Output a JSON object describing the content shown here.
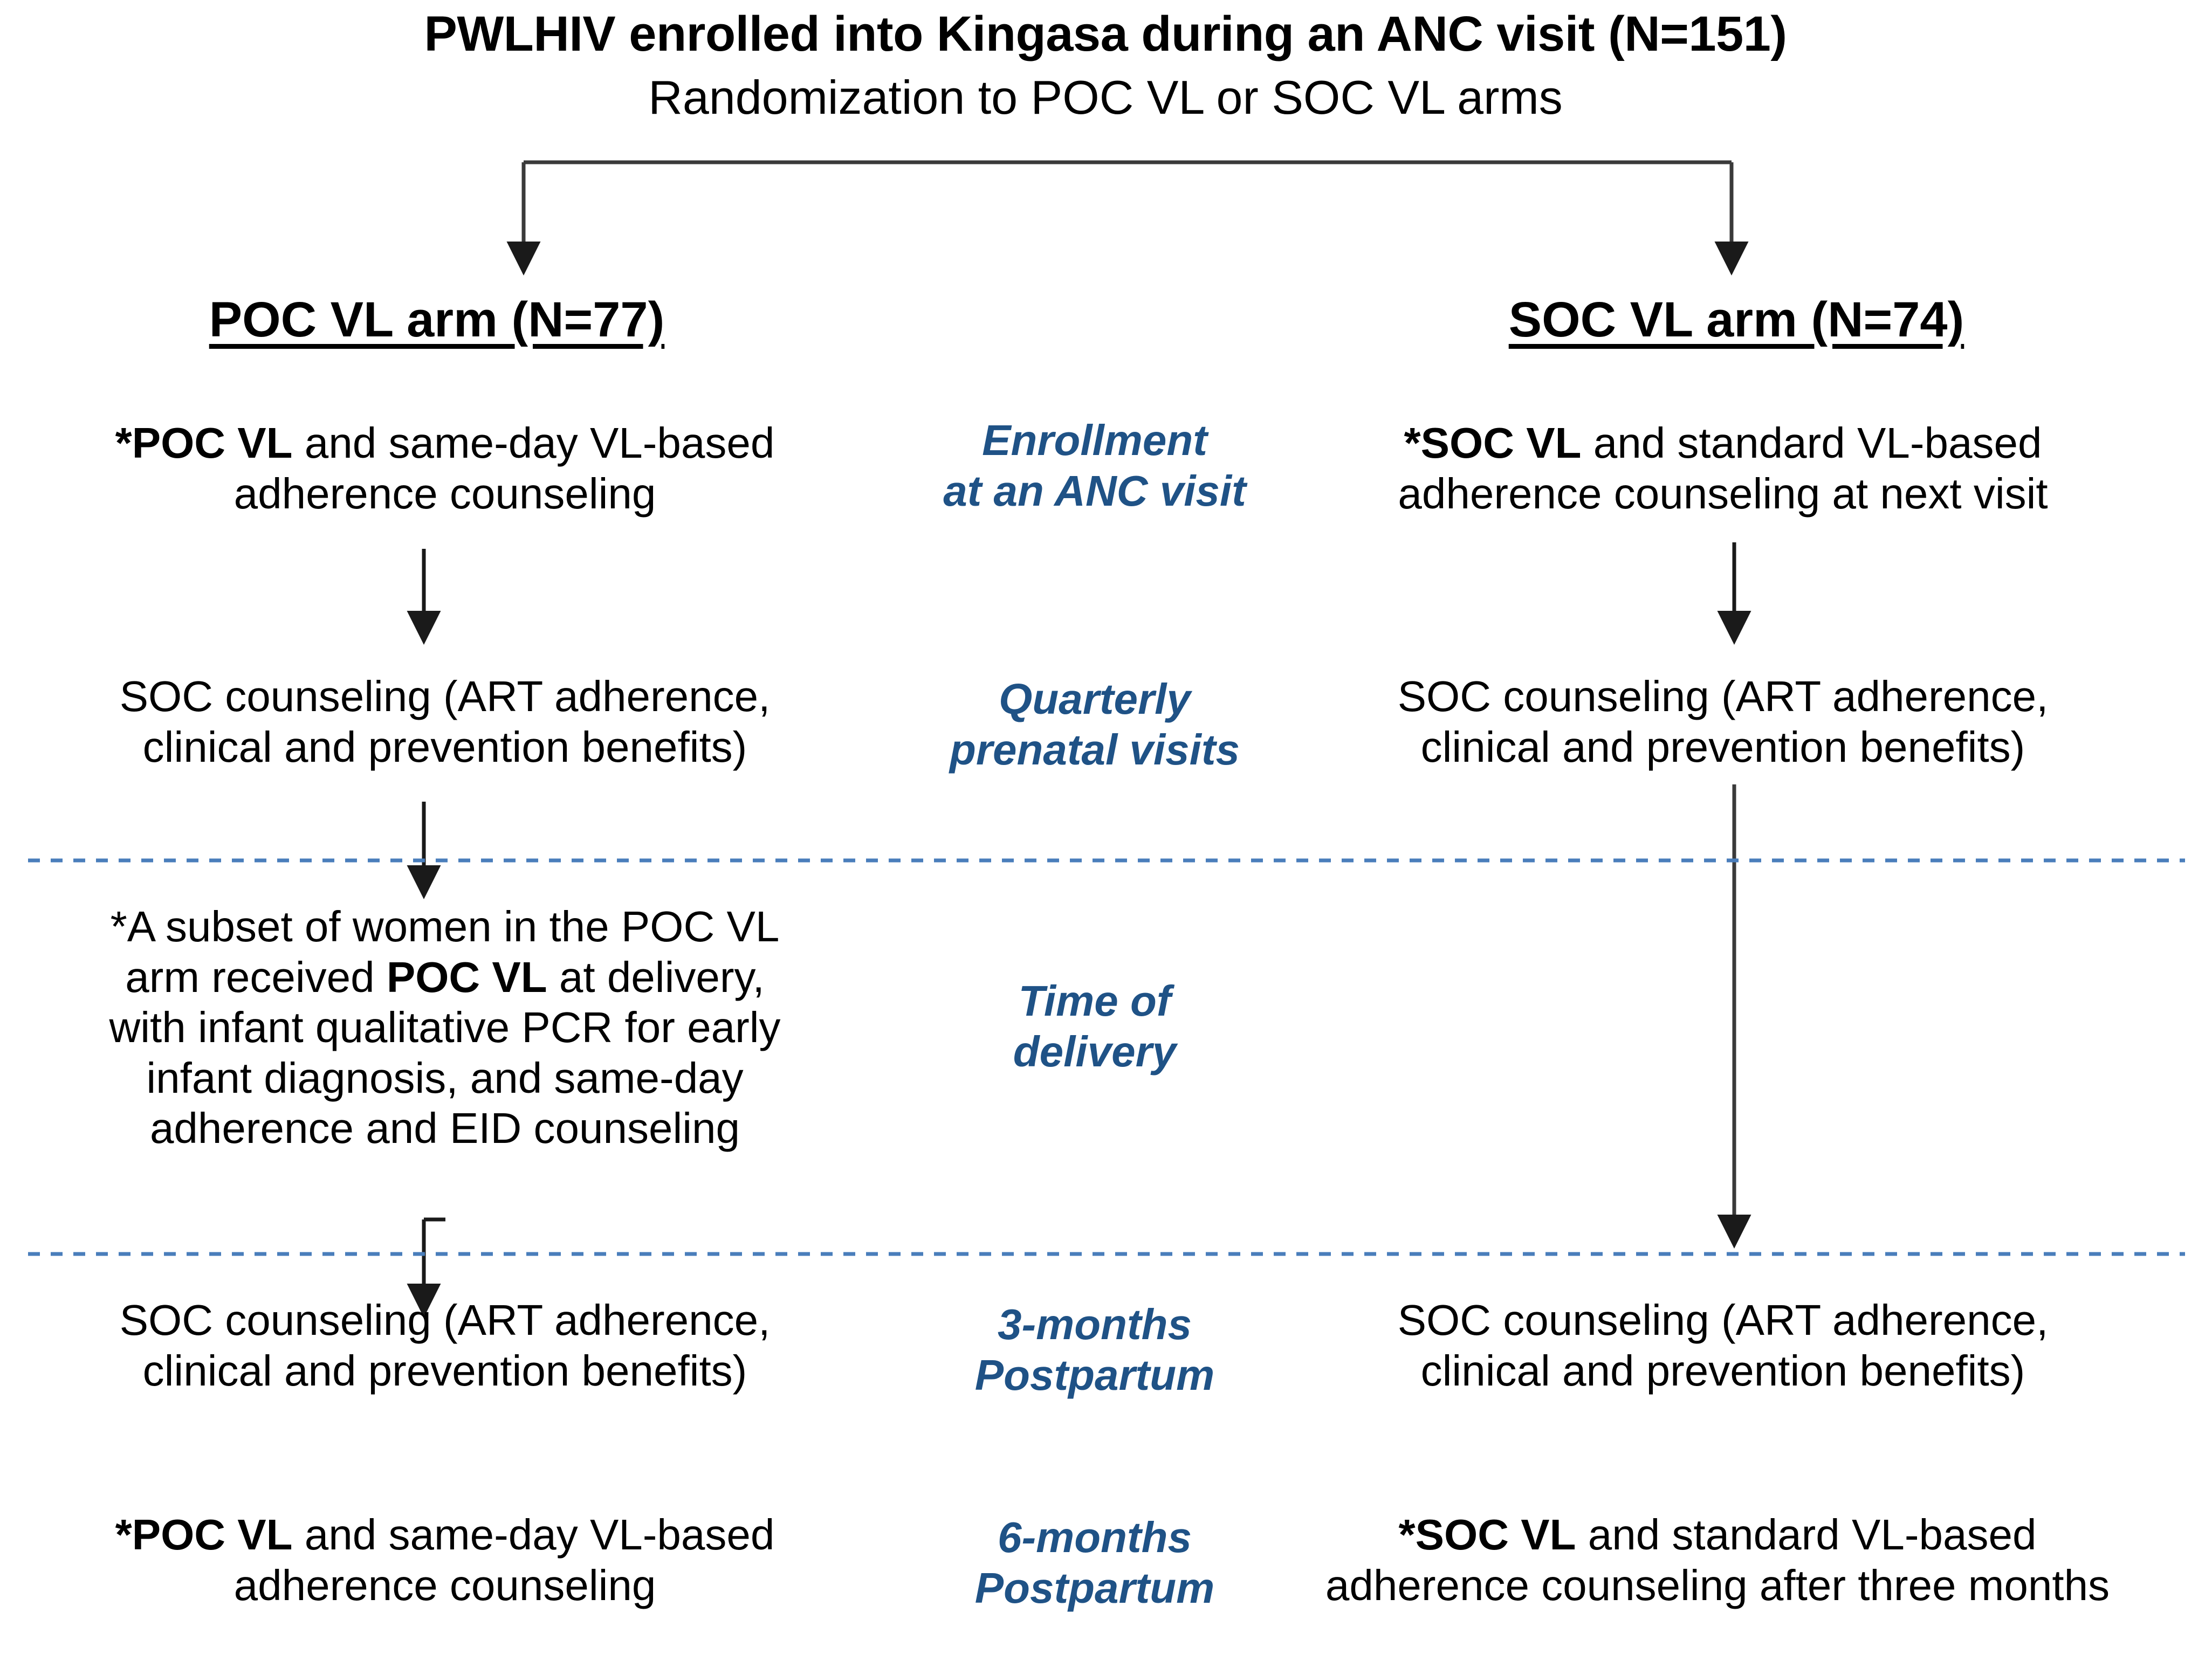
{
  "header": {
    "title": "PWLHIV enrolled into Kingasa during an ANC visit (N=151)",
    "subtitle": "Randomization to POC VL or SOC VL arms"
  },
  "arms": {
    "left": {
      "heading": "POC VL arm (N=77)"
    },
    "right": {
      "heading": "SOC VL arm (N=74)"
    }
  },
  "timepoints": [
    {
      "id": "enrollment",
      "label": "Enrollment\nat an ANC visit"
    },
    {
      "id": "quarterly",
      "label": "Quarterly\nprenatal visits"
    },
    {
      "id": "delivery",
      "label": "Time of\ndelivery"
    },
    {
      "id": "pp3",
      "label": "3-months\nPostpartum"
    },
    {
      "id": "pp6",
      "label": "6-months\nPostpartum"
    }
  ],
  "rows": {
    "enrollment": {
      "poc_bold": "*POC VL",
      "poc_rest": " and same-day VL-based\nadherence counseling",
      "soc_bold": "*SOC VL",
      "soc_rest": " and standard VL-based\nadherence counseling at next visit"
    },
    "quarterly": {
      "poc": "SOC counseling (ART adherence,\nclinical and prevention benefits)",
      "soc": "SOC counseling (ART adherence,\nclinical and prevention benefits)"
    },
    "delivery": {
      "poc_part1": "*A subset of women in the POC VL\narm received ",
      "poc_bold": "POC VL",
      "poc_part2": " at delivery,\nwith infant qualitative PCR for early\ninfant diagnosis, and same-day\nadherence and EID counseling",
      "soc": ""
    },
    "pp3": {
      "poc": "SOC counseling (ART adherence,\nclinical and prevention benefits)",
      "soc": "SOC counseling (ART adherence,\nclinical and prevention benefits)"
    },
    "pp6": {
      "poc_bold": "*POC VL",
      "poc_rest": " and same-day VL-based\nadherence counseling",
      "soc_bold": "*SOC VL",
      "soc_rest": " and standard VL-based\nadherence counseling after three months"
    }
  },
  "colors": {
    "accent_blue": "#1F5286",
    "divider_blue": "#4A7EBB",
    "connector": "#3A3A3A",
    "text": "#000000",
    "background": "#FFFFFF"
  }
}
